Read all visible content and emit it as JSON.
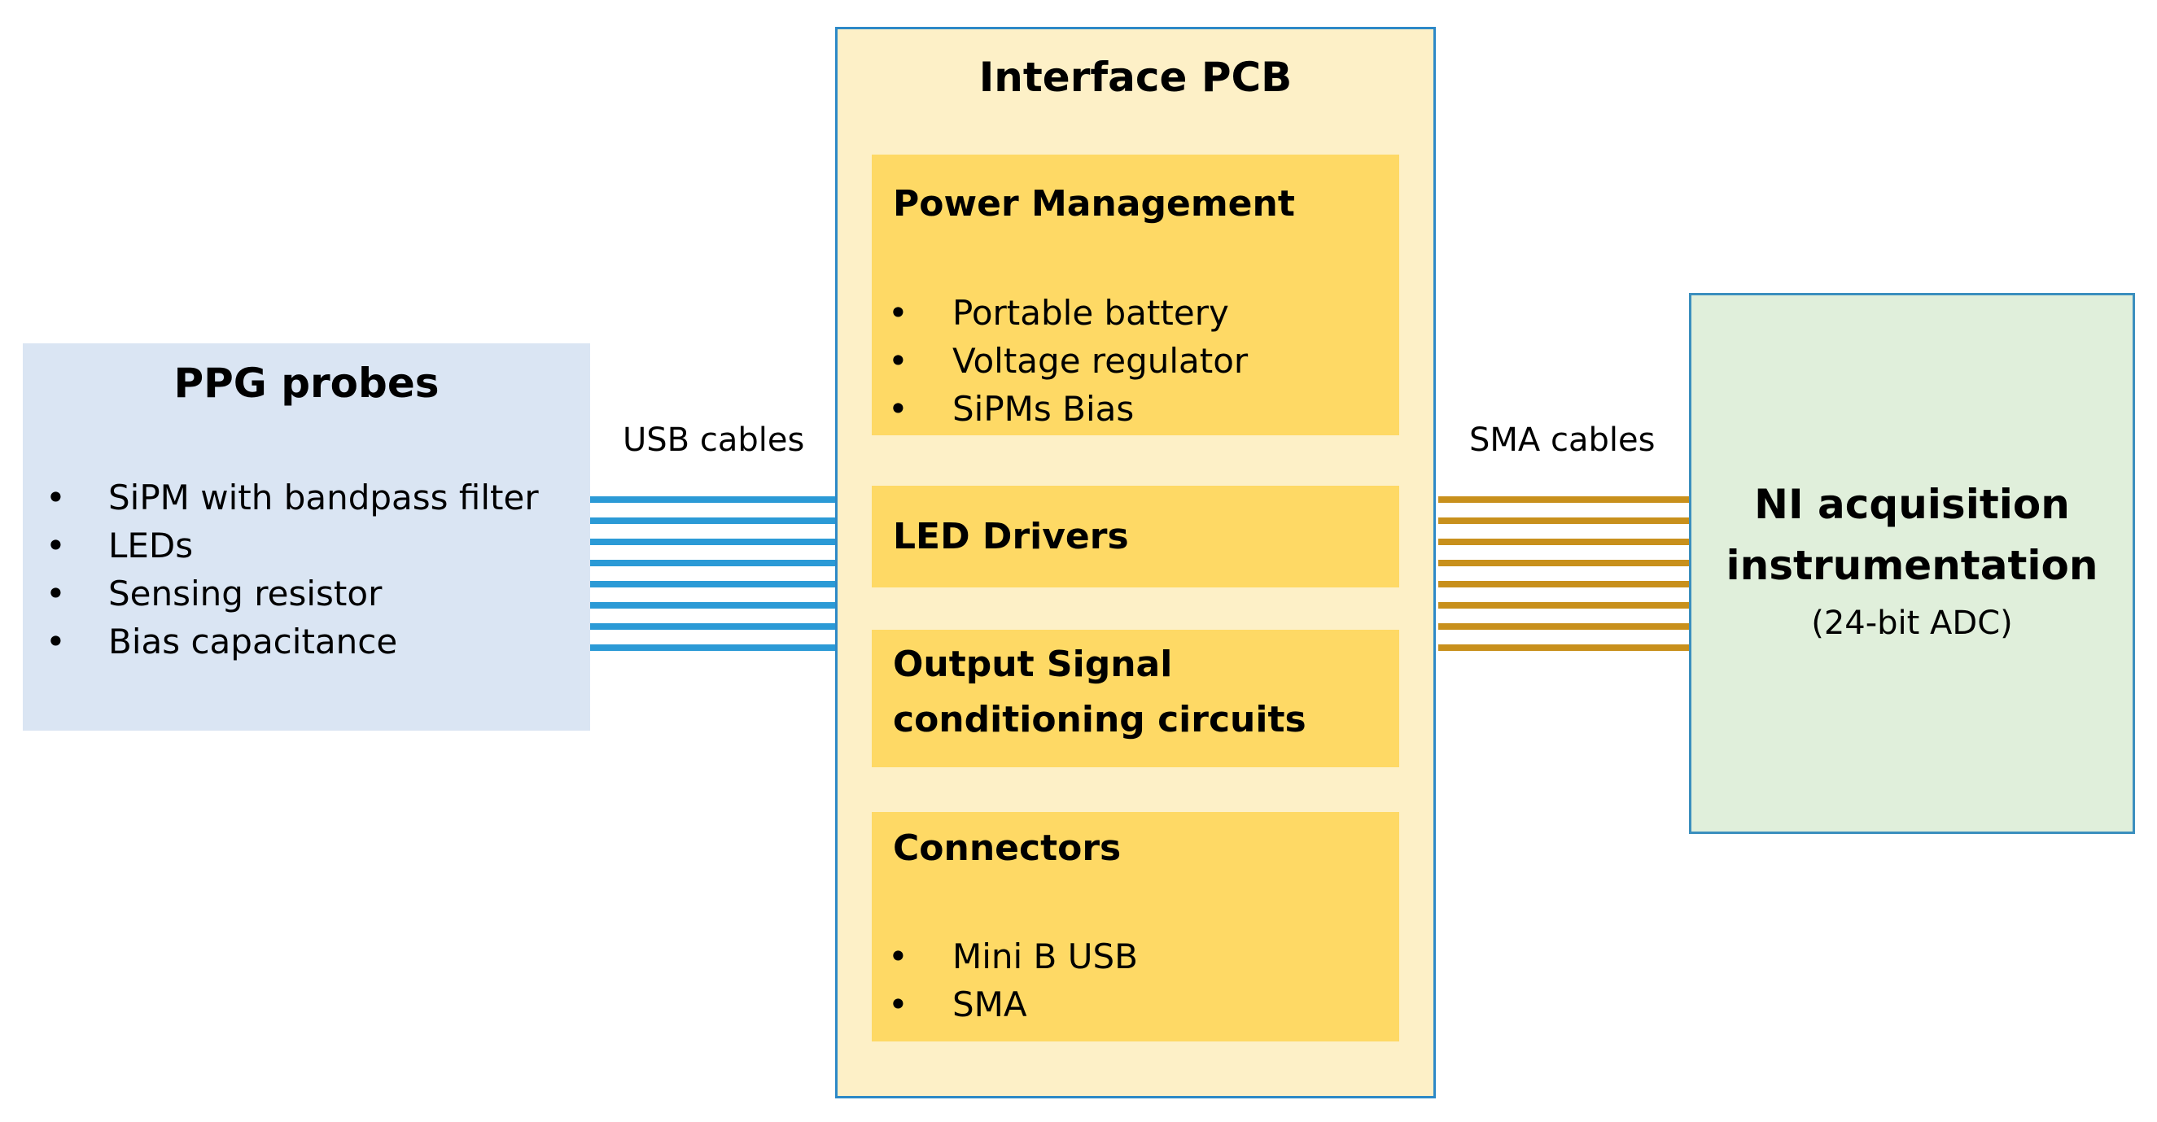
{
  "ppg_probes": {
    "title": "PPG probes",
    "items": [
      "SiPM with bandpass filter",
      "LEDs",
      "Sensing resistor",
      "Bias capacitance"
    ]
  },
  "usb": {
    "label": "USB cables"
  },
  "sma": {
    "label": "SMA cables"
  },
  "interface_pcb": {
    "title": "Interface PCB",
    "power_management": {
      "title": "Power Management",
      "items": [
        "Portable battery",
        "Voltage regulator",
        "SiPMs Bias"
      ]
    },
    "led_drivers": {
      "title": "LED  Drivers"
    },
    "output_signal": {
      "title_line1": "Output  Signal",
      "title_line2": "conditioning  circuits"
    },
    "connectors": {
      "title": "Connectors",
      "items": [
        "Mini B USB",
        "SMA"
      ]
    }
  },
  "ni_box": {
    "line1": "NI acquisition",
    "line2": "instrumentation",
    "line3": "(24-bit ADC)"
  },
  "bullet": "•",
  "colors": {
    "ppg_fill": "#dae5f3",
    "pcb_fill": "#fdf0c7",
    "pcb_border": "#2d89c7",
    "sub_fill": "#fed965",
    "ni_fill": "#e0efdb",
    "usb_wire": "#2b9ad6",
    "sma_wire": "#c8901c"
  }
}
